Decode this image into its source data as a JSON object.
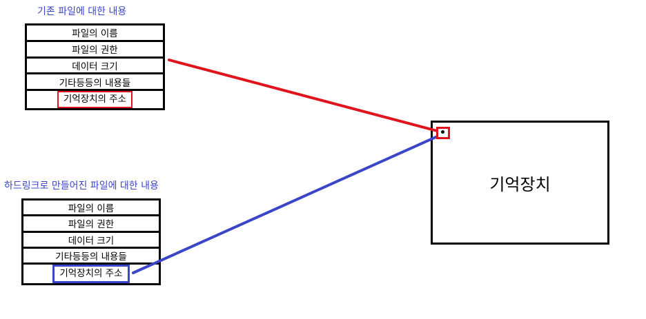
{
  "original_file": {
    "caption": "기존 파일에 대한 내용",
    "rows": [
      "파일의 이름",
      "파일의 권한",
      "데이터 크기",
      "기타등등의 내용들"
    ],
    "address": "기억장치의 주소"
  },
  "hardlink_file": {
    "caption": "하드링크로 만들어진 파일에 대한 내용",
    "rows": [
      "파일의 이름",
      "파일의 권한",
      "데이터 크기",
      "기타등등의 내용들"
    ],
    "address": "기억장치의 주소"
  },
  "storage": {
    "label": "기억장치"
  },
  "colors": {
    "original_caption": "#3b45c8",
    "hardlink_caption": "#3b45c8",
    "original_link": "#e0141c",
    "hardlink_link": "#3b45c8",
    "target_marker": "#e0141c"
  }
}
